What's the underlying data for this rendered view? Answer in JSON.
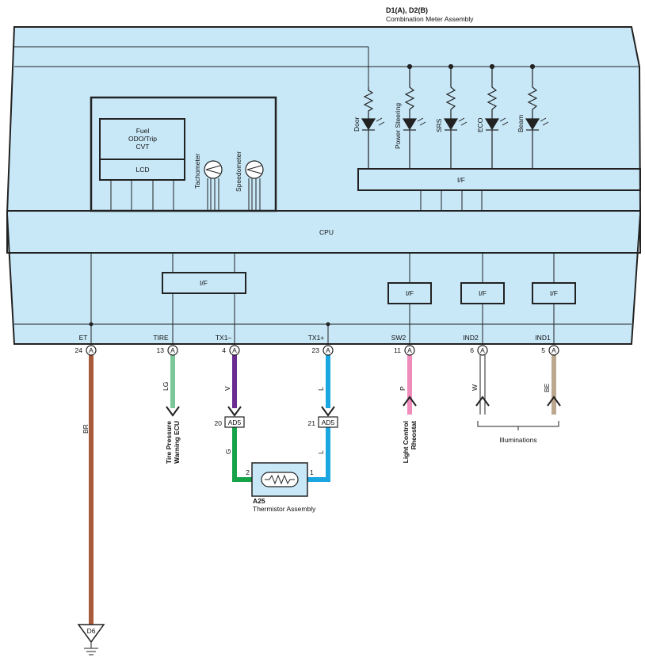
{
  "title": {
    "ref": "D1(A), D2(B)",
    "name": "Combination Meter Assembly"
  },
  "colors": {
    "panel": "#c8e8f8",
    "BR": "#a85a3c",
    "LG": "#7cc79a",
    "V": "#6a2c91",
    "L": "#1aa6e0",
    "P": "#f08cbc",
    "W": "#ffffff",
    "BE": "#bba88e",
    "G": "#16a34a"
  },
  "display": {
    "line1": "Fuel",
    "line2": "ODO/Trip",
    "line3": "CVT",
    "lcd": "LCD"
  },
  "gauges": {
    "tach": "Tachometer",
    "speedo": "Speedometer"
  },
  "indicators": {
    "door": "Door",
    "power_steering": "Power Steering",
    "srs": "SRS",
    "eco": "ECO",
    "beam": "Beam"
  },
  "blocks": {
    "cpu": "CPU",
    "if": "I/F"
  },
  "terminals": {
    "et": {
      "name": "ET",
      "pin": "24",
      "conn": "A"
    },
    "tire": {
      "name": "TIRE",
      "pin": "13",
      "conn": "A"
    },
    "tx1m": {
      "name": "TX1–",
      "pin": "4",
      "conn": "A"
    },
    "tx1p": {
      "name": "TX1+",
      "pin": "23",
      "conn": "A"
    },
    "sw2": {
      "name": "SW2",
      "pin": "11",
      "conn": "A"
    },
    "ind2": {
      "name": "IND2",
      "pin": "6",
      "conn": "A"
    },
    "ind1": {
      "name": "IND1",
      "pin": "5",
      "conn": "A"
    }
  },
  "wires": {
    "br": "BR",
    "lg": "LG",
    "v": "V",
    "l": "L",
    "p": "P",
    "w": "W",
    "be": "BE",
    "g": "G",
    "l2": "L"
  },
  "ad5_left": {
    "pin": "20",
    "conn": "AD5"
  },
  "ad5_right": {
    "pin": "21",
    "conn": "AD5"
  },
  "thermistor": {
    "ref": "A25",
    "name": "Thermistor Assembly",
    "pin_left": "2",
    "pin_right": "1"
  },
  "ground": {
    "ref": "D6"
  },
  "destinations": {
    "tire_ecu_1": "Tire Pressure",
    "tire_ecu_2": "Warning ECU",
    "light_1": "Light Control",
    "light_2": "Rheostat",
    "illuminations": "Illuminations"
  }
}
